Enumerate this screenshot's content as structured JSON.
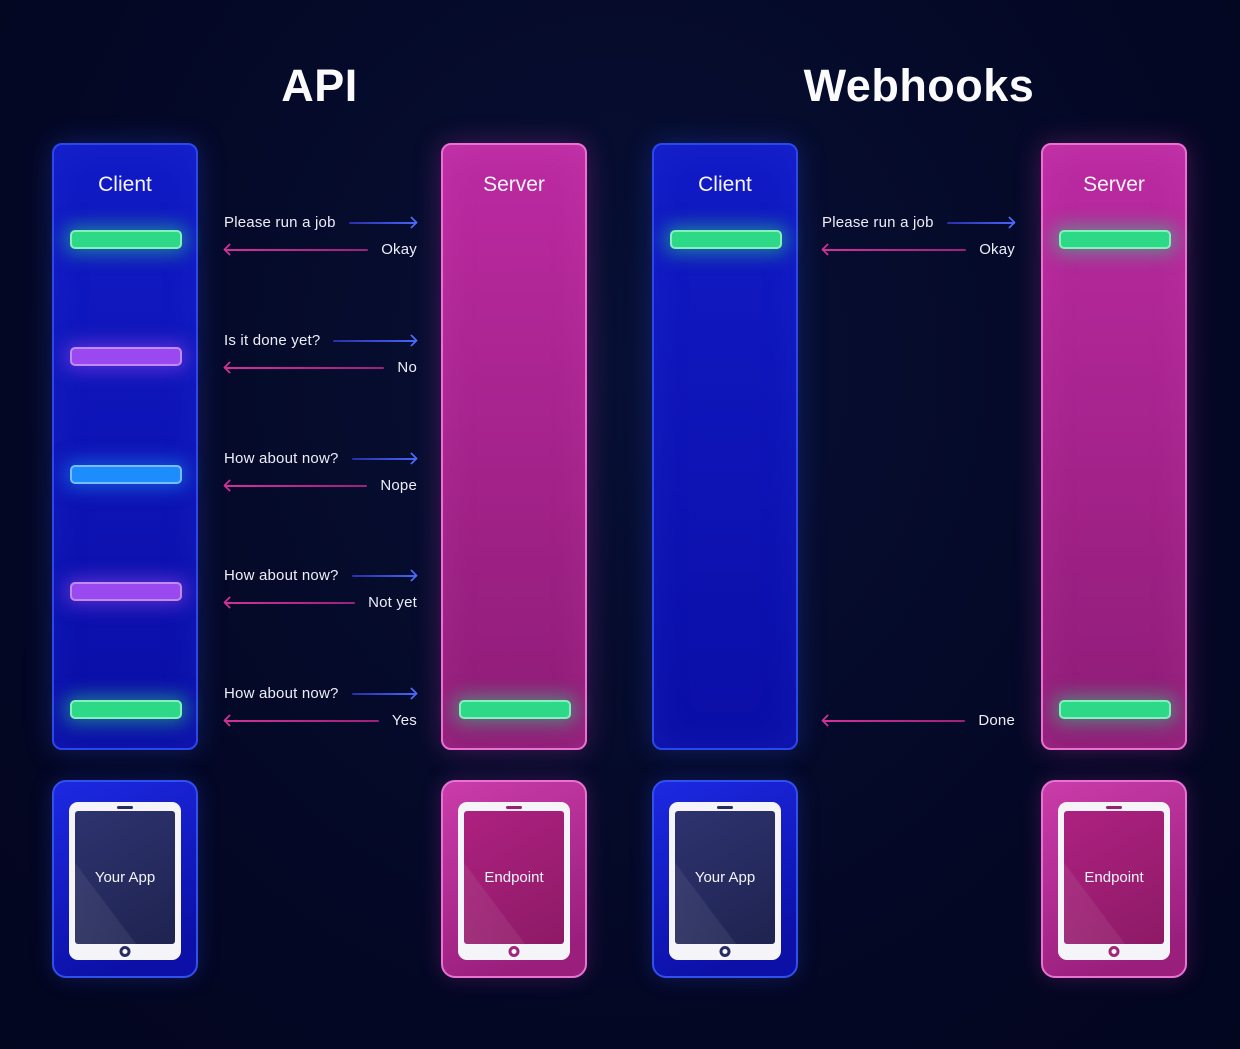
{
  "titles": {
    "api": "API",
    "webhooks": "Webhooks"
  },
  "api": {
    "client_label": "Client",
    "server_label": "Server",
    "client_pills": [
      "green",
      "purple",
      "blue",
      "purple",
      "green"
    ],
    "server_pills": [
      "green"
    ],
    "exchanges": [
      {
        "request": "Please run a job",
        "response": "Okay"
      },
      {
        "request": "Is it done yet?",
        "response": "No"
      },
      {
        "request": "How about now?",
        "response": "Nope"
      },
      {
        "request": "How about now?",
        "response": "Not yet"
      },
      {
        "request": "How about now?",
        "response": "Yes"
      }
    ],
    "client_device_label": "Your App",
    "server_device_label": "Endpoint"
  },
  "webhooks": {
    "client_label": "Client",
    "server_label": "Server",
    "client_pills": [
      "green"
    ],
    "server_pills": [
      "green",
      "green"
    ],
    "exchanges": [
      {
        "request": "Please run a job",
        "response": "Okay"
      }
    ],
    "final_response": "Done",
    "client_device_label": "Your App",
    "server_device_label": "Endpoint"
  },
  "colors": {
    "background": "#050829",
    "client_fill": "#111bc6",
    "client_border": "#2d47ee",
    "server_fill": "#b429a0",
    "server_border": "#ee6fd3",
    "pill_green": "#2dd886",
    "pill_purple": "#9a48f0",
    "pill_blue": "#1d8dfd",
    "arrow_blue": "#4565f8",
    "arrow_pink": "#c32b8e",
    "text": "#edeef8"
  }
}
